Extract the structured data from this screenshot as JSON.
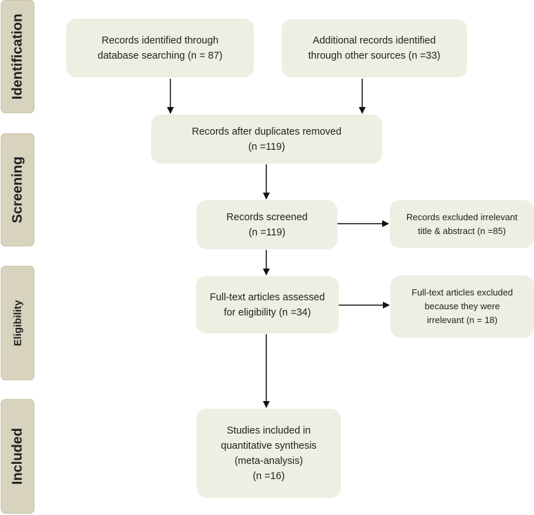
{
  "phases": {
    "identification": "Identification",
    "screening": "Screening",
    "eligibility": "Eligibility",
    "included": "Included"
  },
  "boxes": {
    "database": [
      "Records identified through",
      "database searching (n = 87)"
    ],
    "other_sources": [
      "Additional records identified",
      "through other sources (n =33)"
    ],
    "duplicates_removed": [
      "Records after duplicates removed",
      "(n =119)"
    ],
    "screened": [
      "Records screened",
      "(n =119)"
    ],
    "excluded_title": [
      "Records excluded irrelevant",
      "title & abstract (n =85)"
    ],
    "fulltext_assessed": [
      "Full-text articles assessed",
      "for eligibility (n =34)"
    ],
    "fulltext_excluded": [
      "Full-text articles excluded",
      "because they were",
      "irrelevant (n = 18)"
    ],
    "included": [
      "Studies included in",
      "quantitative synthesis",
      "(meta-analysis)",
      "(n =16)"
    ]
  },
  "colors": {
    "phase_fill": "#d8d3bd",
    "box_fill": "#eeeee3",
    "arrow": "#111111"
  }
}
